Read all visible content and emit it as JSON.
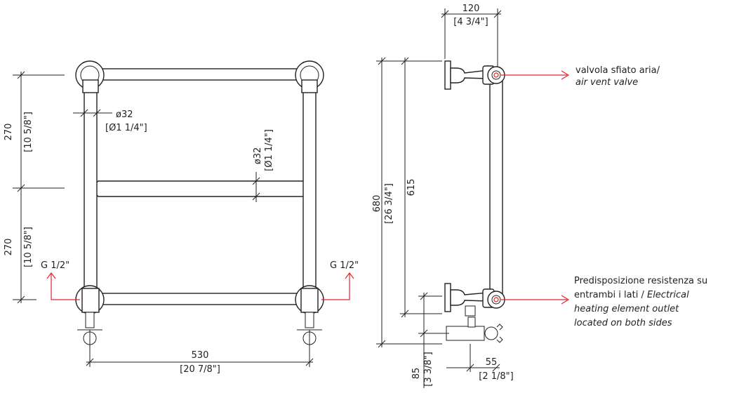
{
  "front_view": {
    "dim_height_top": "270",
    "dim_height_top_in": "[10 5/8\"]",
    "dim_height_bottom": "270",
    "dim_height_bottom_in": "[10 5/8\"]",
    "dim_pipe_dia": "ø32",
    "dim_pipe_dia_in": "[Ø1 1/4\"]",
    "dim_bar_dia": "ø32",
    "dim_bar_dia_in": "[Ø1 1/4\"]",
    "thread_left": "G 1/2\"",
    "thread_right": "G 1/2\"",
    "dim_width": "530",
    "dim_width_in": "[20 7/8\"]"
  },
  "side_view": {
    "dim_depth": "120",
    "dim_depth_in": "[4 3/4\"]",
    "dim_total_height": "680",
    "dim_total_height_in": "[26 3/4\"]",
    "dim_centers": "615",
    "dim_valve_height": "85",
    "dim_valve_height_in": "[3 3/8\"]",
    "dim_valve_offset": "55",
    "dim_valve_offset_in": "[2 1/8\"]"
  },
  "callouts": {
    "vent_it": "valvola sfiato aria/",
    "vent_en": "air vent valve",
    "heater_line1": "Predisposizione resistenza su",
    "heater_line2_it": "entrambi i lati / ",
    "heater_line2_en": "Electrical",
    "heater_line3": "heating element outlet",
    "heater_line4": "located on both sides"
  },
  "colors": {
    "line": "#222222",
    "accent": "#e0262a"
  }
}
